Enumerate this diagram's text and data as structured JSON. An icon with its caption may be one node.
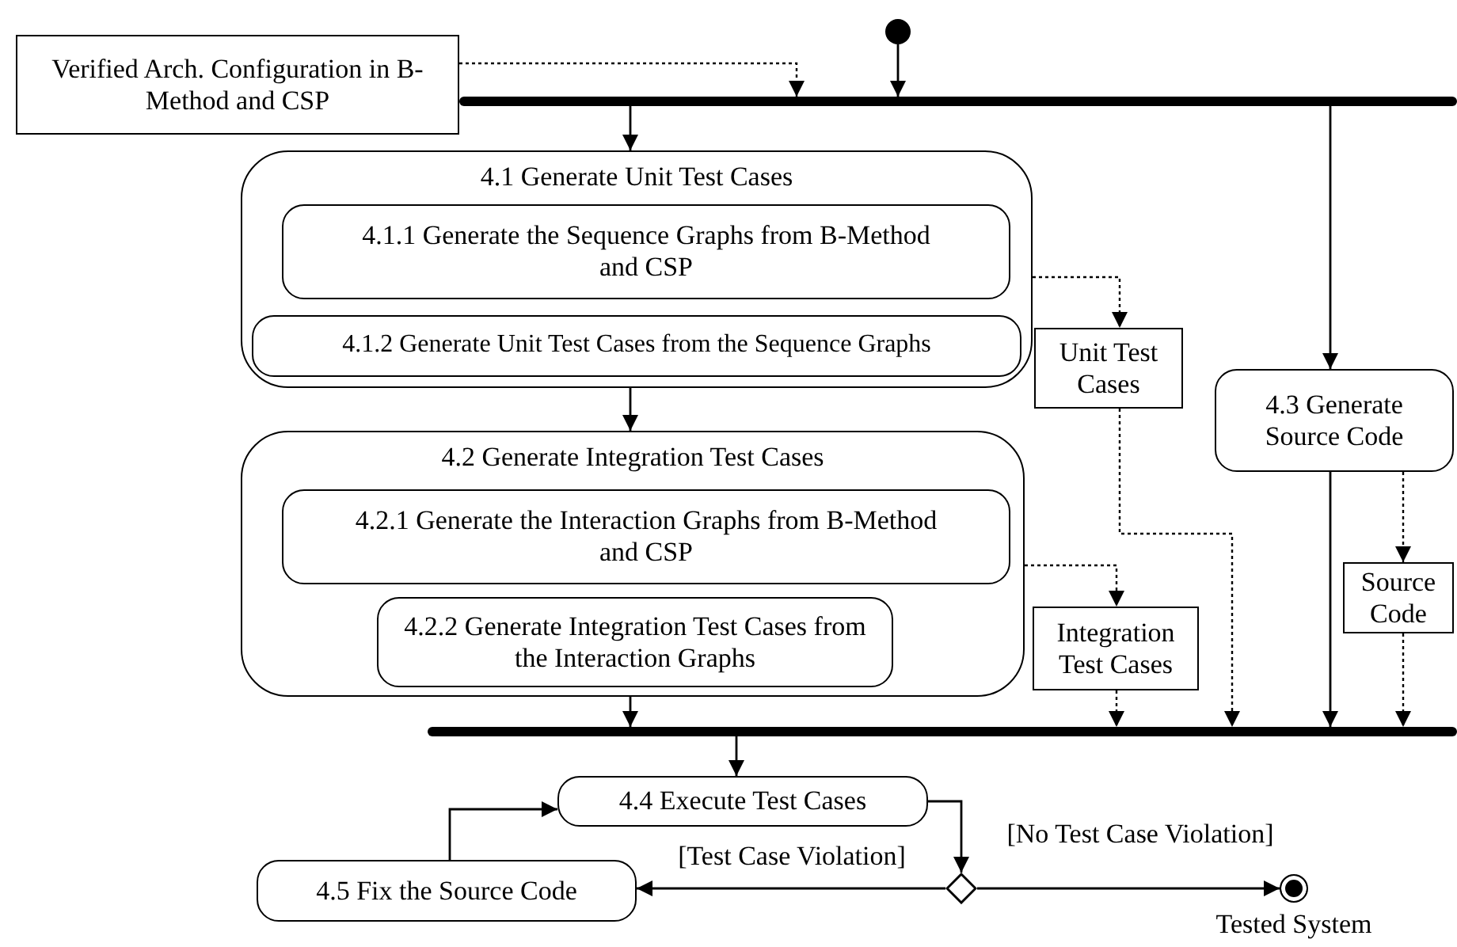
{
  "diagram": {
    "nodes": [
      {
        "text": [
          "Verified Arch. Configuration in B-Method and CSP"
        ]
      },
      {
        "text": [],
        "shape": "circle"
      },
      {
        "text": [],
        "shape": "bar"
      },
      {
        "text": [
          "4.1 Generate Unit Test Cases"
        ]
      },
      {
        "text": [
          "4.1.1 Generate the Sequence Graphs from B-Method and CSP"
        ],
        "in": 3
      },
      {
        "text": [
          "4.1.2 Generate Unit Test Cases from the Sequence Graphs"
        ],
        "in": 3
      },
      {
        "text": [
          "Unit Test Cases"
        ]
      },
      {
        "text": [
          "4.2 Generate Integration Test Cases"
        ]
      },
      {
        "text": [
          "4.2.1 Generate the Interaction Graphs from B-Method and CSP"
        ],
        "in": 7
      },
      {
        "text": [
          "4.2.2 Generate Integration Test Cases from the Interaction Graphs"
        ],
        "in": 7
      },
      {
        "text": [
          "Integration Test Cases"
        ]
      },
      {
        "text": [
          "4.3 Generate Source Code"
        ]
      },
      {
        "text": [
          "Source Code"
        ]
      },
      {
        "text": [],
        "shape": "bar"
      },
      {
        "text": [
          "4.4 Execute Test Cases"
        ]
      },
      {
        "text": [
          "4.5 Fix the Source Code"
        ]
      },
      {
        "text": [],
        "shape": "diamond"
      },
      {
        "text": [],
        "shape": "circle",
        "beside": [
          "Tested System"
        ]
      }
    ],
    "edges": [
      {
        "from": 0,
        "to": 2,
        "arrow": "to",
        "style": "dashed"
      },
      {
        "from": 1,
        "to": 2,
        "arrow": "to"
      },
      {
        "from": 2,
        "to": 3,
        "arrow": "to"
      },
      {
        "from": 2,
        "to": 11,
        "arrow": "to"
      },
      {
        "from": 3,
        "to": 6,
        "arrow": "to",
        "style": "dashed"
      },
      {
        "from": 3,
        "to": 7,
        "arrow": "to"
      },
      {
        "from": 6,
        "to": 13,
        "arrow": "to",
        "style": "dashed"
      },
      {
        "from": 7,
        "to": 10,
        "arrow": "to",
        "style": "dashed"
      },
      {
        "from": 10,
        "to": 13,
        "arrow": "to",
        "style": "dashed"
      },
      {
        "from": 11,
        "to": 13,
        "arrow": "to"
      },
      {
        "from": 11,
        "to": 12,
        "arrow": "to",
        "style": "dashed"
      },
      {
        "from": 12,
        "to": 13,
        "arrow": "to",
        "style": "dashed"
      },
      {
        "from": 7,
        "to": 13,
        "arrow": "to"
      },
      {
        "from": 13,
        "to": 14,
        "arrow": "to"
      },
      {
        "from": 14,
        "to": 16,
        "arrow": "to"
      },
      {
        "from": 16,
        "to": 15,
        "arrow": "to",
        "label": "[Test Case Violation]"
      },
      {
        "from": 16,
        "to": 17,
        "arrow": "to",
        "label": "[No Test Case Violation]"
      },
      {
        "from": 15,
        "to": 14,
        "arrow": "to"
      }
    ]
  }
}
